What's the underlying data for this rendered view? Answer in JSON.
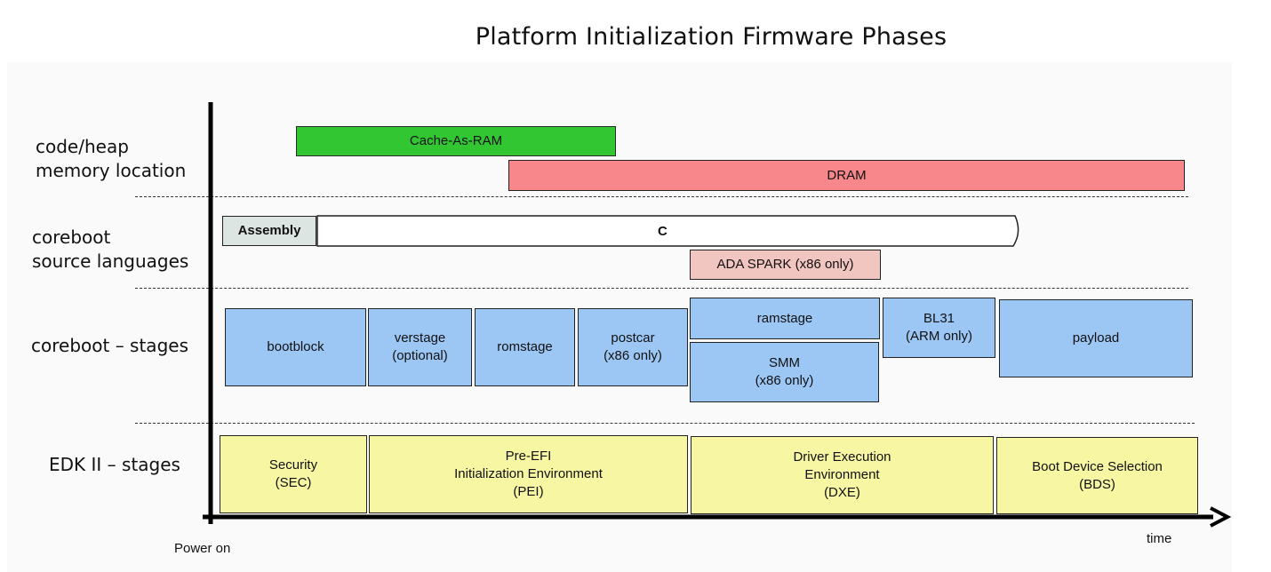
{
  "title": "Platform Initialization Firmware Phases",
  "rows": [
    {
      "id": "memory",
      "label": "code/heap\nmemory location"
    },
    {
      "id": "languages",
      "label": "coreboot\nsource languages"
    },
    {
      "id": "stages",
      "label": "coreboot – stages"
    },
    {
      "id": "edk2",
      "label": "EDK II – stages"
    }
  ],
  "memory": {
    "car": "Cache-As-RAM",
    "dram": "DRAM"
  },
  "languages": {
    "assembly": "Assembly",
    "c": "C",
    "ada": "ADA SPARK (x86 only)"
  },
  "coreboot_stages": {
    "bootblock": "bootblock",
    "verstage": "verstage\n(optional)",
    "romstage": "romstage",
    "postcar": "postcar\n(x86 only)",
    "ramstage": "ramstage",
    "smm": "SMM\n(x86 only)",
    "bl31": "BL31\n(ARM only)",
    "payload": "payload"
  },
  "edk2_stages": {
    "sec": "Security\n(SEC)",
    "pei": "Pre-EFI\nInitialization Environment\n(PEI)",
    "dxe": "Driver Execution\nEnvironment\n(DXE)",
    "bds": "Boot Device Selection\n(BDS)"
  },
  "axis": {
    "start": "Power on",
    "end": "time"
  },
  "colors": {
    "car": "#33c633",
    "dram": "#f7878a",
    "assembly": "#dde5e3",
    "ada": "#f1c5c0",
    "coreboot_stage": "#9cc7f5",
    "edk2_stage": "#f6f6a3"
  }
}
